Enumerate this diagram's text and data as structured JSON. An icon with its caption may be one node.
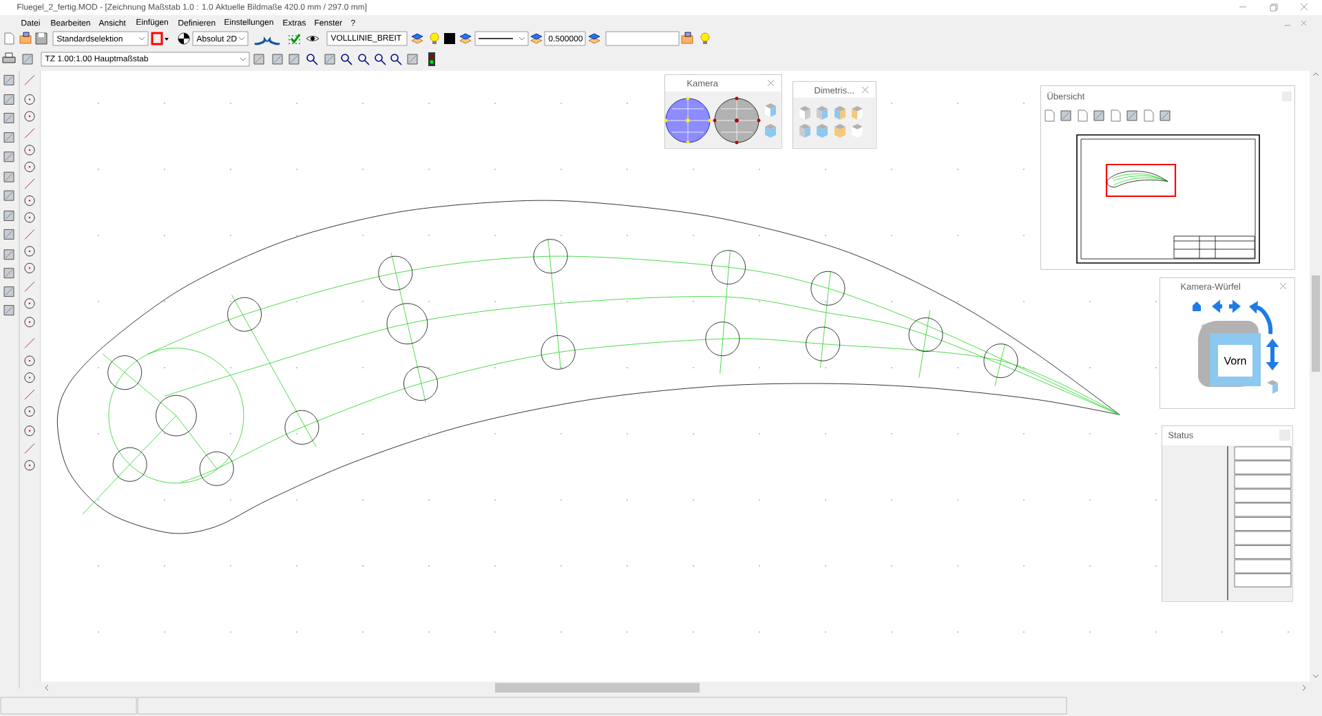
{
  "diagram": {
    "title": "Fluegel_2_fertig.MOD - [Zeichnung Maßstab 1.0 : 1.0 Aktuelle Bildmaße 420.0 mm / 297.0 mm]",
    "nodes": [
      {
        "text": [
          "Kamera"
        ]
      },
      {
        "text": [
          "Dimetris..."
        ]
      },
      {
        "text": [
          "Übersicht"
        ]
      },
      {
        "text": [
          "Kamera-Würfel"
        ]
      },
      {
        "text": [
          "Vorn"
        ],
        "in": 3
      },
      {
        "text": [
          "Status"
        ]
      }
    ],
    "labels": [
      "Datei",
      "Bearbeiten",
      "Ansicht",
      "Einfügen",
      "Definieren",
      "Einstellungen",
      "Extras",
      "Fenster",
      "?",
      "Standardselektion",
      "Absolut 2D",
      "VOLLLINIE_BREIT",
      "0.500000",
      "TZ 1.00:1.00 Hauptmaßstab"
    ]
  }
}
